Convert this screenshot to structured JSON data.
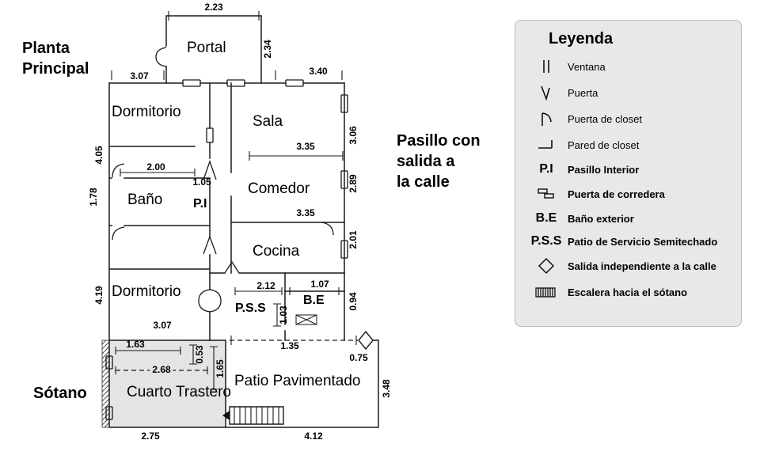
{
  "plan": {
    "labels": {
      "title": "Planta Principal",
      "sotano": "Sótano",
      "pasillo_note": {
        "l1": "Pasillo con",
        "l2": "salida a",
        "l3": "la calle"
      }
    },
    "rooms": {
      "portal": "Portal",
      "dormitorio_top": "Dormitorio",
      "sala": "Sala",
      "bano": "Baño",
      "pasillo_interior": "P.I",
      "comedor": "Comedor",
      "cocina": "Cocina",
      "dormitorio_bottom": "Dormitorio",
      "pss": "P.S.S",
      "be": "B.E",
      "patio": "Patio Pavimentado",
      "cuarto_trastero": "Cuarto Trastero"
    },
    "dims": {
      "portal_width": "2.23",
      "portal_depth": "2.34",
      "dorm1_width": "3.07",
      "sala_width": "3.40",
      "left_upper": "4.05",
      "bano_width": "2.00",
      "bano_height": "1.78",
      "pi_width": "1.05",
      "sala_height": "3.06",
      "sala_comedor": "3.35",
      "comedor_height": "2.89",
      "comedor_cocina": "3.35",
      "cocina_height": "2.01",
      "left_lower": "4.19",
      "dorm2_width": "3.07",
      "pss_width": "2.12",
      "be_width": "1.07",
      "be_inner": "1.03",
      "be_height": "0.94",
      "niche_width": "1.63",
      "niche_depth": "0.53",
      "trastero_width": "2.68",
      "trastero_height": "1.65",
      "patio_top": "1.35",
      "salida_width": "0.75",
      "patio_height": "3.48",
      "bottom_left": "2.75",
      "bottom_right": "4.12"
    }
  },
  "legend": {
    "title": "Leyenda",
    "items": [
      {
        "icon": "window-icon",
        "label": "Ventana"
      },
      {
        "icon": "door-icon",
        "label": "Puerta"
      },
      {
        "icon": "closet-door-icon",
        "label": "Puerta de closet"
      },
      {
        "icon": "closet-wall-icon",
        "label": "Pared de closet"
      },
      {
        "icon": "text",
        "symbol_text": "P.I",
        "label": "Pasillo Interior"
      },
      {
        "icon": "sliding-door-icon",
        "label": "Puerta de corredera"
      },
      {
        "icon": "text",
        "symbol_text": "B.E",
        "label": "Baño exterior"
      },
      {
        "icon": "text",
        "symbol_text": "P.S.S",
        "label": "Patio de Servicio Semitechado"
      },
      {
        "icon": "exit-diamond-icon",
        "label": "Salida independiente a la calle"
      },
      {
        "icon": "stairs-icon",
        "label": "Escalera hacia el sótano"
      }
    ]
  }
}
